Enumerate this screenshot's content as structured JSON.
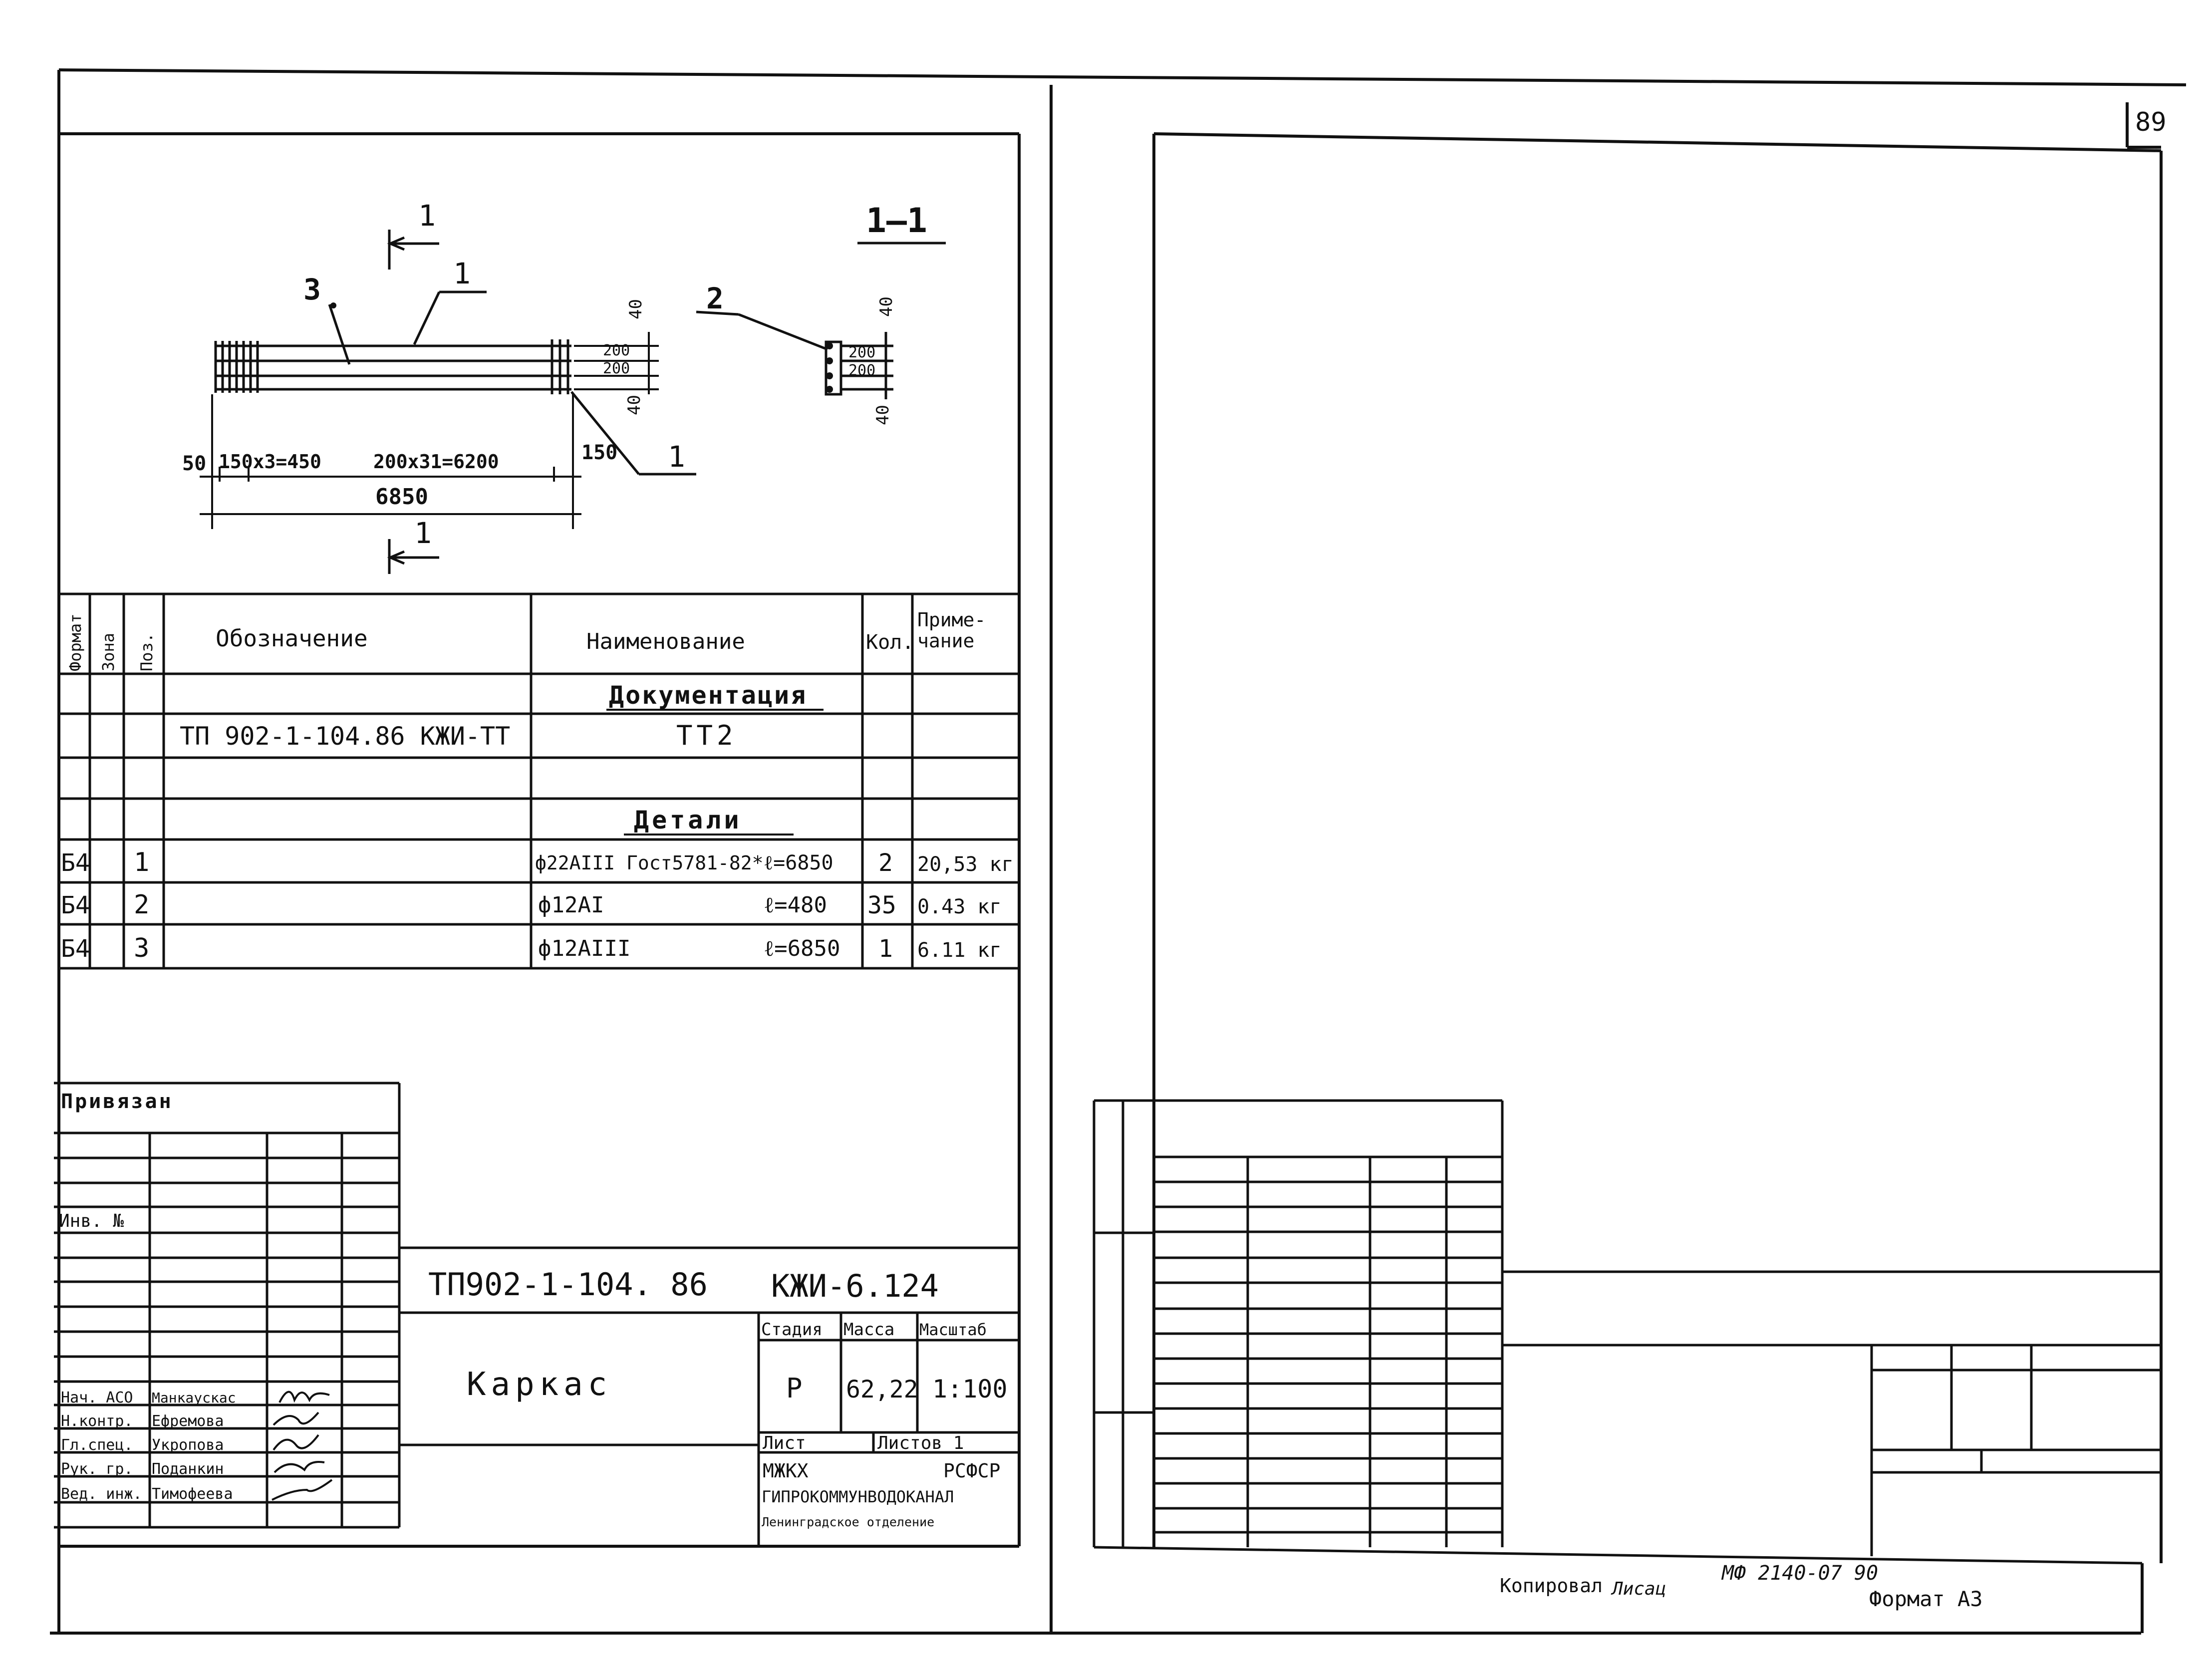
{
  "page_number": "89",
  "drawing": {
    "section_mark": "1",
    "section_title": "1—1",
    "callouts": {
      "pos1": "1",
      "pos2": "2",
      "pos3": "3",
      "pos1_end": "1"
    },
    "dims": {
      "d50": "50",
      "d150x3": "150x3=450",
      "d200x31": "200x31=6200",
      "d150": "150",
      "d6850": "6850",
      "v40_top": "40",
      "v200_a": "200",
      "v200_b": "200",
      "v40_bot": "40",
      "s40_top": "40",
      "s200_a": "200",
      "s200_b": "200",
      "s40_bot": "40"
    }
  },
  "spec_table": {
    "headers": {
      "format": "Формат",
      "zone": "Зона",
      "pos": "Поз.",
      "designation": "Обозначение",
      "name": "Наименование",
      "qty": "Кол.",
      "note": "Приме-\nчание"
    },
    "section_docs": "Документация",
    "doc_designation": "ТП 902-1-104.86 КЖИ-ТТ",
    "doc_name": "ТТ2",
    "section_parts": "Детали",
    "rows": [
      {
        "format": "Б4",
        "pos": "1",
        "name": "ф22АIII Гост5781-82*",
        "length": "ℓ=6850",
        "qty": "2",
        "note": "20,53 кг"
      },
      {
        "format": "Б4",
        "pos": "2",
        "name": "ф12АI",
        "length": "ℓ=480",
        "qty": "35",
        "note": "0.43 кг"
      },
      {
        "format": "Б4",
        "pos": "3",
        "name": "ф12АIII",
        "length": "ℓ=6850",
        "qty": "1",
        "note": "6.11 кг"
      }
    ]
  },
  "title_block": {
    "bound": "Привязан",
    "inv_no": "Инв. №",
    "code": "ТП902-1-104. 86",
    "mark": "КЖИ-6.124",
    "title": "Каркас",
    "stage_label": "Стадия",
    "mass_label": "Масса",
    "scale_label": "Масштаб",
    "stage": "Р",
    "mass": "62,22",
    "scale": "1:100",
    "sheet_label": "Лист",
    "sheets_label": "Листов 1",
    "org1_a": "МЖКХ",
    "org1_b": "РСФСР",
    "org2": "ГИПРОКОММУНВОДОКАНАЛ",
    "org3": "Ленинградское отделение",
    "people": [
      {
        "role": "Нач. АСО",
        "name": "Манкаускас"
      },
      {
        "role": "Н.контр.",
        "name": "Ефремова"
      },
      {
        "role": "Гл.спец.",
        "name": "Укропова"
      },
      {
        "role": "Рук. гр.",
        "name": "Поданкин"
      },
      {
        "role": "Вед. инж.",
        "name": "Тимофеева"
      }
    ]
  },
  "footer": {
    "copied": "Копировал",
    "copied_by": "Лисац",
    "doc_ref": "МФ 2140-07 90",
    "format": "Формат А3"
  }
}
